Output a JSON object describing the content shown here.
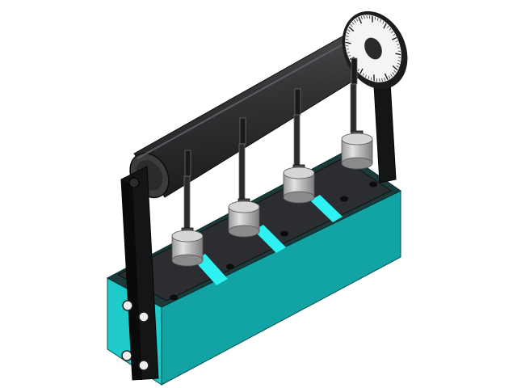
{
  "scene": {
    "colors": {
      "background": "#ffffff",
      "tank_front": "#1fc9c9",
      "tank_side": "#13a8a8",
      "tank_top_rim": "#1e3b3b",
      "tray": "#2a2c30",
      "divider_glow": "#2ef2f2",
      "roller_body": "#2f3032",
      "roller_highlight": "#4a4b4d",
      "frame": "#141516",
      "weights": "#c9c9c9",
      "weights_dark": "#8f8f8f",
      "dial_face": "#f4f4f4"
    },
    "components": {
      "stations": 4,
      "bolts_left_post": 4,
      "dial_ticks": 60
    }
  }
}
